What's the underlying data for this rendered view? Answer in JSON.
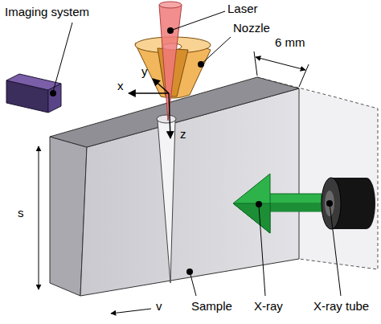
{
  "diagram": {
    "labels": [
      "Imaging system",
      "Laser",
      "Nozzle",
      "6 mm",
      "y",
      "x",
      "z",
      "s",
      "v",
      "Sample",
      "X-ray",
      "X-ray tube"
    ]
  }
}
